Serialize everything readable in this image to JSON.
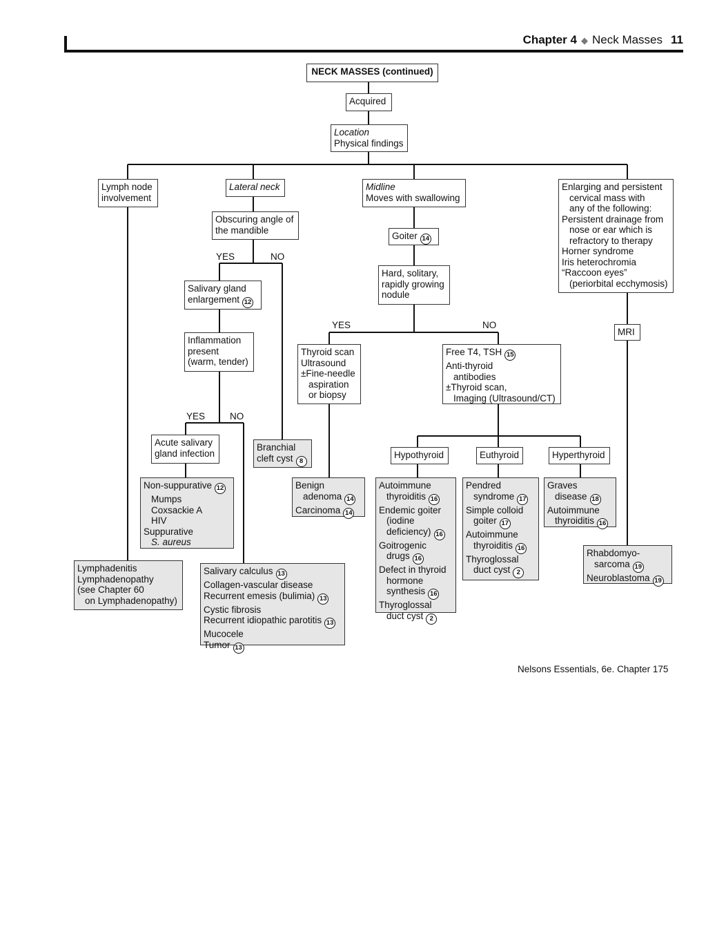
{
  "header": {
    "chapter": "Chapter 4",
    "section": "Neck Masses",
    "page_number": "11"
  },
  "title": "NECK MASSES (continued)",
  "acquired": "Acquired",
  "location": {
    "line1": "Location",
    "line2": "Physical findings"
  },
  "lymph": {
    "line1": "Lymph node",
    "line2": "involvement"
  },
  "lateral": "Lateral neck",
  "midline": {
    "line1": "Midline",
    "line2": "Moves with swallowing"
  },
  "enlarging": {
    "line1": "Enlarging and persistent",
    "line2": "cervical mass with",
    "line3": "any of the following:",
    "line4": "Persistent drainage from",
    "line5": "nose or ear which is",
    "line6": "refractory to therapy",
    "line7": "Horner syndrome",
    "line8": "Iris heterochromia",
    "line9": "“Raccoon eyes”",
    "line10": "(periorbital ecchymosis)"
  },
  "obscuring": {
    "line1": "Obscuring angle of",
    "line2": "the mandible"
  },
  "goiter": {
    "label": "Goiter",
    "ref": "14"
  },
  "hard": {
    "line1": "Hard, solitary,",
    "line2": "rapidly growing",
    "line3": "nodule"
  },
  "mri": "MRI",
  "yes_no": {
    "yes": "YES",
    "no": "NO"
  },
  "salivary": {
    "line1": "Salivary gland",
    "line2": "enlargement",
    "ref": "12"
  },
  "inflammation": {
    "line1": "Inflammation",
    "line2": "present",
    "line3": "(warm, tender)"
  },
  "thyroid_scan": {
    "line1": "Thyroid scan",
    "line2": "Ultrasound",
    "line3": "±Fine-needle",
    "line4": "aspiration",
    "line5": "or biopsy"
  },
  "free_t4": {
    "line1": "Free T4, TSH",
    "ref": "15",
    "line2": "Anti-thyroid",
    "line3": "antibodies",
    "line4": "±Thyroid scan,",
    "line5": "Imaging (Ultrasound/CT)"
  },
  "acute": {
    "line1": "Acute salivary",
    "line2": "gland infection"
  },
  "branchial": {
    "line1": "Branchial",
    "line2": "cleft cyst",
    "ref": "8"
  },
  "hypothyroid": "Hypothyroid",
  "euthyroid": "Euthyroid",
  "hyperthyroid": "Hyperthyroid",
  "nonsupp": {
    "line1": "Non-suppurative",
    "ref": "12",
    "line2": "Mumps",
    "line3": "Coxsackie A",
    "line4": "HIV",
    "line5": "Suppurative",
    "line6": "S. aureus"
  },
  "benign": {
    "line1": "Benign",
    "line2": "adenoma",
    "ref1": "14",
    "line3": "Carcinoma",
    "ref2": "14"
  },
  "hypo_list": {
    "l1": "Autoimmune",
    "l2": "thyroiditis",
    "r2": "16",
    "l3": "Endemic goiter",
    "l4": "(iodine",
    "l5": "deficiency)",
    "r5": "16",
    "l6": "Goitrogenic",
    "l7": "drugs",
    "r7": "16",
    "l8": "Defect in thyroid",
    "l9": "hormone",
    "l10": "synthesis",
    "r10": "16",
    "l11": "Thyroglossal",
    "l12": "duct cyst",
    "r12": "2"
  },
  "eu_list": {
    "l1": "Pendred",
    "l2": "syndrome",
    "r2": "17",
    "l3": "Simple colloid",
    "l4": "goiter",
    "r4": "17",
    "l5": "Autoimmune",
    "l6": "thyroiditis",
    "r6": "16",
    "l7": "Thyroglossal",
    "l8": "duct cyst",
    "r8": "2"
  },
  "hyper_list": {
    "l1": "Graves",
    "l2": "disease",
    "r2": "18",
    "l3": "Autoimmune",
    "l4": "thyroiditis",
    "r4": "16"
  },
  "rhabdo": {
    "l1": "Rhabdomyo-",
    "l2": "sarcoma",
    "r2": "19",
    "l3": "Neuroblastoma",
    "r3": "19"
  },
  "lymphadenitis": {
    "l1": "Lymphadenitis",
    "l2": "Lymphadenopathy",
    "l3": "(see Chapter 60",
    "l4": "on Lymphadenopathy)"
  },
  "calculus": {
    "l1": "Salivary calculus",
    "r1": "13",
    "l2": "Collagen-vascular disease",
    "l3": "Recurrent emesis (bulimia)",
    "r3": "13",
    "l4": "Cystic fibrosis",
    "l5": "Recurrent idiopathic parotitis",
    "r5": "13",
    "l6": "Mucocele",
    "l7": "Tumor",
    "r7": "13"
  },
  "footer": "Nelsons Essentials, 6e. Chapter 175"
}
